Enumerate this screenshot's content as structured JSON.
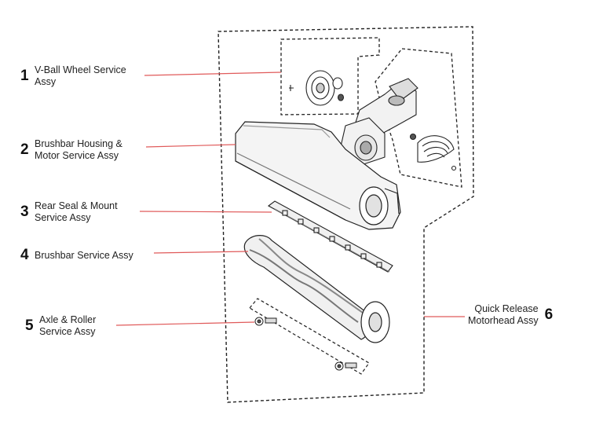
{
  "colors": {
    "leader_line": "#e05a5a",
    "outline": "#222222",
    "part_fill": "#eeeeee"
  },
  "callouts": [
    {
      "number": "1",
      "line1": "V-Ball Wheel Service",
      "line2": "Assy"
    },
    {
      "number": "2",
      "line1": "Brushbar Housing &",
      "line2": "Motor Service Assy"
    },
    {
      "number": "3",
      "line1": "Rear Seal & Mount",
      "line2": "Service Assy"
    },
    {
      "number": "4",
      "line1": "Brushbar Service Assy",
      "line2": ""
    },
    {
      "number": "5",
      "line1": "Axle & Roller",
      "line2": "Service Assy"
    },
    {
      "number": "6",
      "line1": "Quick Release",
      "line2": "Motorhead Assy"
    }
  ]
}
